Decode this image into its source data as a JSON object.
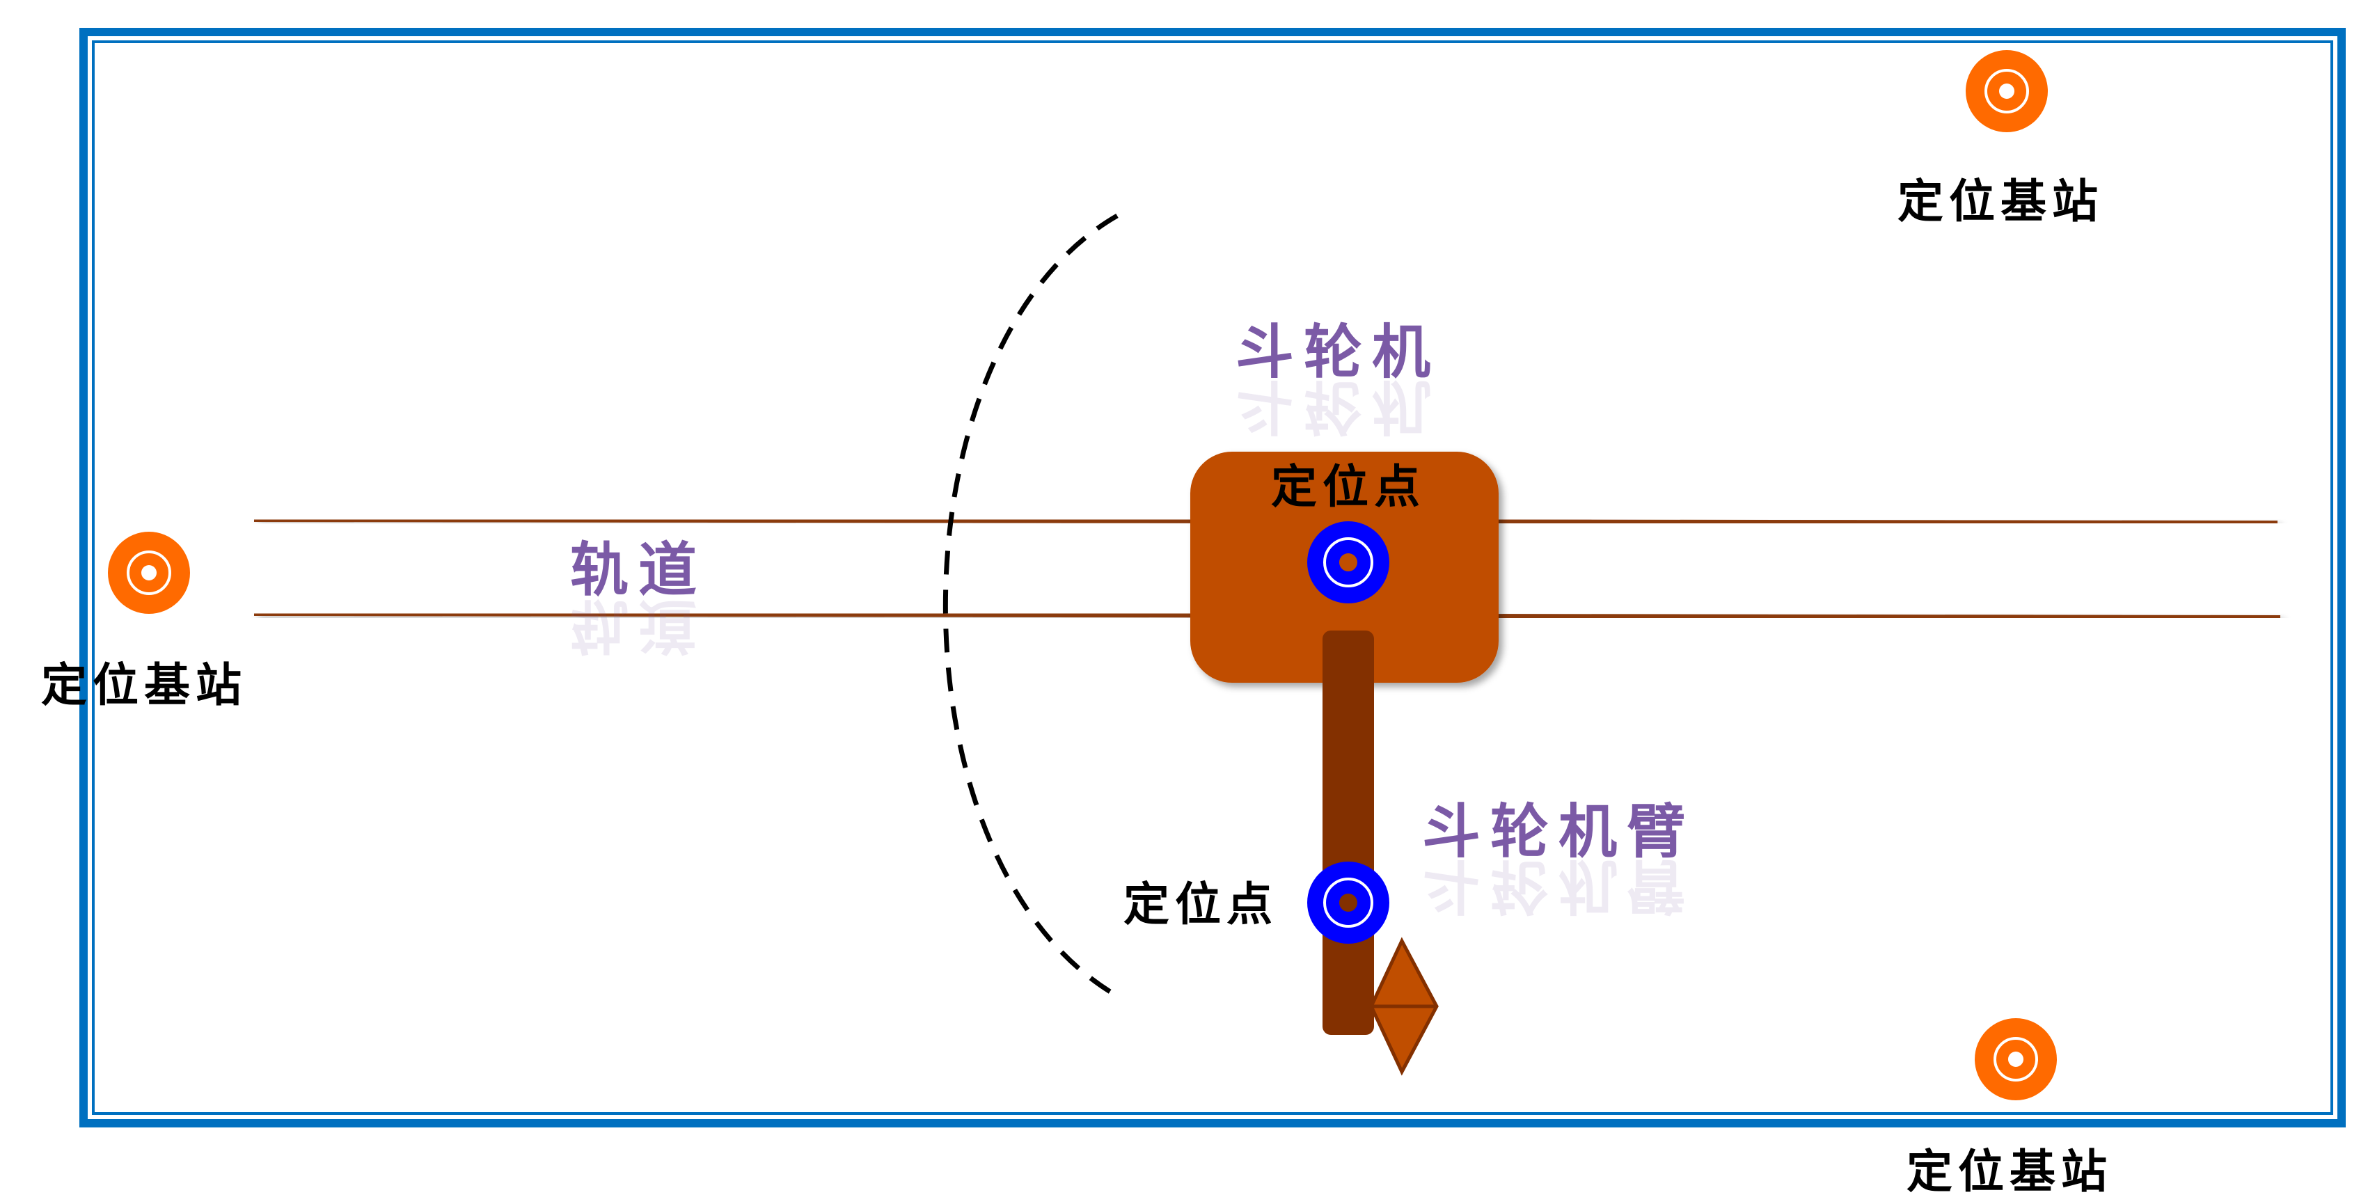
{
  "labels": {
    "station_top_right": "定位基站",
    "station_left": "定位基站",
    "station_bottom_right": "定位基站",
    "track": "轨道",
    "machine": "斗轮机",
    "machine_arm": "斗轮机臂",
    "point_body": "定位点",
    "point_arm": "定位点"
  },
  "colors": {
    "frame": "#0070C0",
    "rail": "#8B3A0F",
    "body": "#C04E00",
    "arm": "#833000",
    "station": "#FF6A00",
    "target": "#0000FF",
    "title_text": "#7B5AA6"
  }
}
